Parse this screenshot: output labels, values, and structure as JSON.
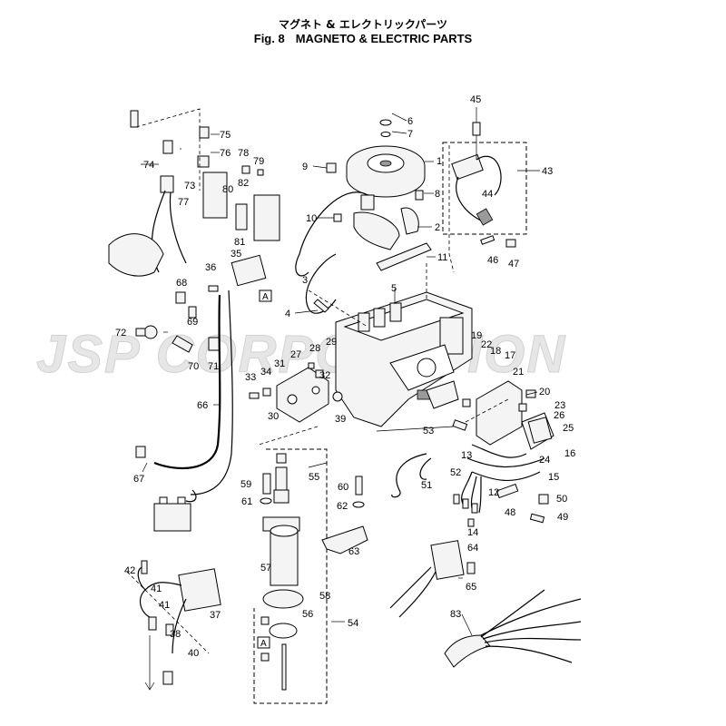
{
  "header": {
    "title_jp": "マグネト & エレクトリックパーツ",
    "fig_label": "Fig. 8",
    "title_en": "MAGNETO & ELECTRIC PARTS"
  },
  "watermark": "JSP CORPORATION",
  "reference_marker": "A",
  "parts": [
    {
      "id": "1",
      "text": "1"
    },
    {
      "id": "2",
      "text": "2"
    },
    {
      "id": "3",
      "text": "3"
    },
    {
      "id": "4",
      "text": "4"
    },
    {
      "id": "5",
      "text": "5"
    },
    {
      "id": "6",
      "text": "6"
    },
    {
      "id": "7",
      "text": "7"
    },
    {
      "id": "8",
      "text": "8"
    },
    {
      "id": "9",
      "text": "9"
    },
    {
      "id": "10",
      "text": "10"
    },
    {
      "id": "11",
      "text": "11"
    },
    {
      "id": "12",
      "text": "12"
    },
    {
      "id": "13",
      "text": "13"
    },
    {
      "id": "14",
      "text": "14"
    },
    {
      "id": "15",
      "text": "15"
    },
    {
      "id": "16",
      "text": "16"
    },
    {
      "id": "17",
      "text": "17"
    },
    {
      "id": "18",
      "text": "18"
    },
    {
      "id": "19",
      "text": "19"
    },
    {
      "id": "20",
      "text": "20"
    },
    {
      "id": "21",
      "text": "21"
    },
    {
      "id": "22",
      "text": "22"
    },
    {
      "id": "23",
      "text": "23"
    },
    {
      "id": "24",
      "text": "24"
    },
    {
      "id": "25",
      "text": "25"
    },
    {
      "id": "26",
      "text": "26"
    },
    {
      "id": "27",
      "text": "27"
    },
    {
      "id": "28",
      "text": "28"
    },
    {
      "id": "29",
      "text": "29"
    },
    {
      "id": "30",
      "text": "30"
    },
    {
      "id": "31",
      "text": "31"
    },
    {
      "id": "32",
      "text": "32"
    },
    {
      "id": "33",
      "text": "33"
    },
    {
      "id": "34",
      "text": "34"
    },
    {
      "id": "35",
      "text": "35"
    },
    {
      "id": "36",
      "text": "36"
    },
    {
      "id": "37",
      "text": "37"
    },
    {
      "id": "38",
      "text": "38"
    },
    {
      "id": "39",
      "text": "39"
    },
    {
      "id": "40",
      "text": "40"
    },
    {
      "id": "41a",
      "text": "41"
    },
    {
      "id": "41b",
      "text": "41"
    },
    {
      "id": "42",
      "text": "42"
    },
    {
      "id": "43",
      "text": "43"
    },
    {
      "id": "44",
      "text": "44"
    },
    {
      "id": "45",
      "text": "45"
    },
    {
      "id": "46",
      "text": "46"
    },
    {
      "id": "47",
      "text": "47"
    },
    {
      "id": "48",
      "text": "48"
    },
    {
      "id": "49",
      "text": "49"
    },
    {
      "id": "50",
      "text": "50"
    },
    {
      "id": "51",
      "text": "51"
    },
    {
      "id": "52",
      "text": "52"
    },
    {
      "id": "53",
      "text": "53"
    },
    {
      "id": "54",
      "text": "54"
    },
    {
      "id": "55",
      "text": "55"
    },
    {
      "id": "56",
      "text": "56"
    },
    {
      "id": "57",
      "text": "57"
    },
    {
      "id": "58",
      "text": "58"
    },
    {
      "id": "59",
      "text": "59"
    },
    {
      "id": "60",
      "text": "60"
    },
    {
      "id": "61",
      "text": "61"
    },
    {
      "id": "62",
      "text": "62"
    },
    {
      "id": "63",
      "text": "63"
    },
    {
      "id": "64",
      "text": "64"
    },
    {
      "id": "65",
      "text": "65"
    },
    {
      "id": "66",
      "text": "66"
    },
    {
      "id": "67",
      "text": "67"
    },
    {
      "id": "68",
      "text": "68"
    },
    {
      "id": "69",
      "text": "69"
    },
    {
      "id": "70",
      "text": "70"
    },
    {
      "id": "71",
      "text": "71"
    },
    {
      "id": "72",
      "text": "72"
    },
    {
      "id": "73",
      "text": "73"
    },
    {
      "id": "74",
      "text": "74"
    },
    {
      "id": "75",
      "text": "75"
    },
    {
      "id": "76",
      "text": "76"
    },
    {
      "id": "77",
      "text": "77"
    },
    {
      "id": "78",
      "text": "78"
    },
    {
      "id": "79",
      "text": "79"
    },
    {
      "id": "80",
      "text": "80"
    },
    {
      "id": "81",
      "text": "81"
    },
    {
      "id": "82",
      "text": "82"
    },
    {
      "id": "83",
      "text": "83"
    }
  ]
}
